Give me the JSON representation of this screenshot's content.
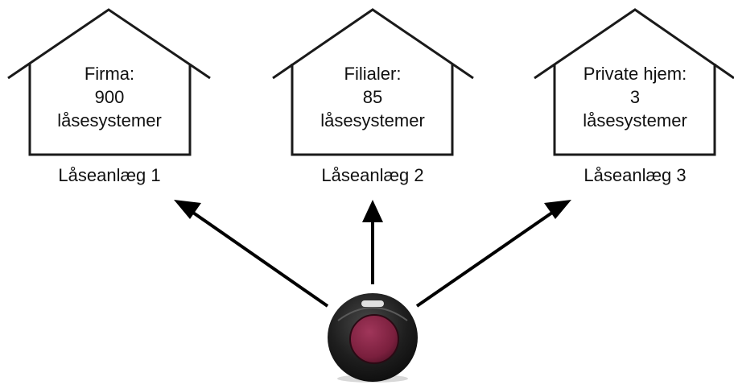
{
  "houses": [
    {
      "line1": "Firma:",
      "line2": "900",
      "line3": "låsesystemer",
      "label": "Låseanlæg 1"
    },
    {
      "line1": "Filialer:",
      "line2": "85",
      "line3": "låsesystemer",
      "label": "Låseanlæg 2"
    },
    {
      "line1": "Private hjem:",
      "line2": "3",
      "line3": "låsesystemer",
      "label": "Låseanlæg 3"
    }
  ],
  "key_fob": {
    "icon": "remote-key-fob-icon",
    "body_color": "#1b1b1b",
    "button_color": "#7a1f3d"
  }
}
